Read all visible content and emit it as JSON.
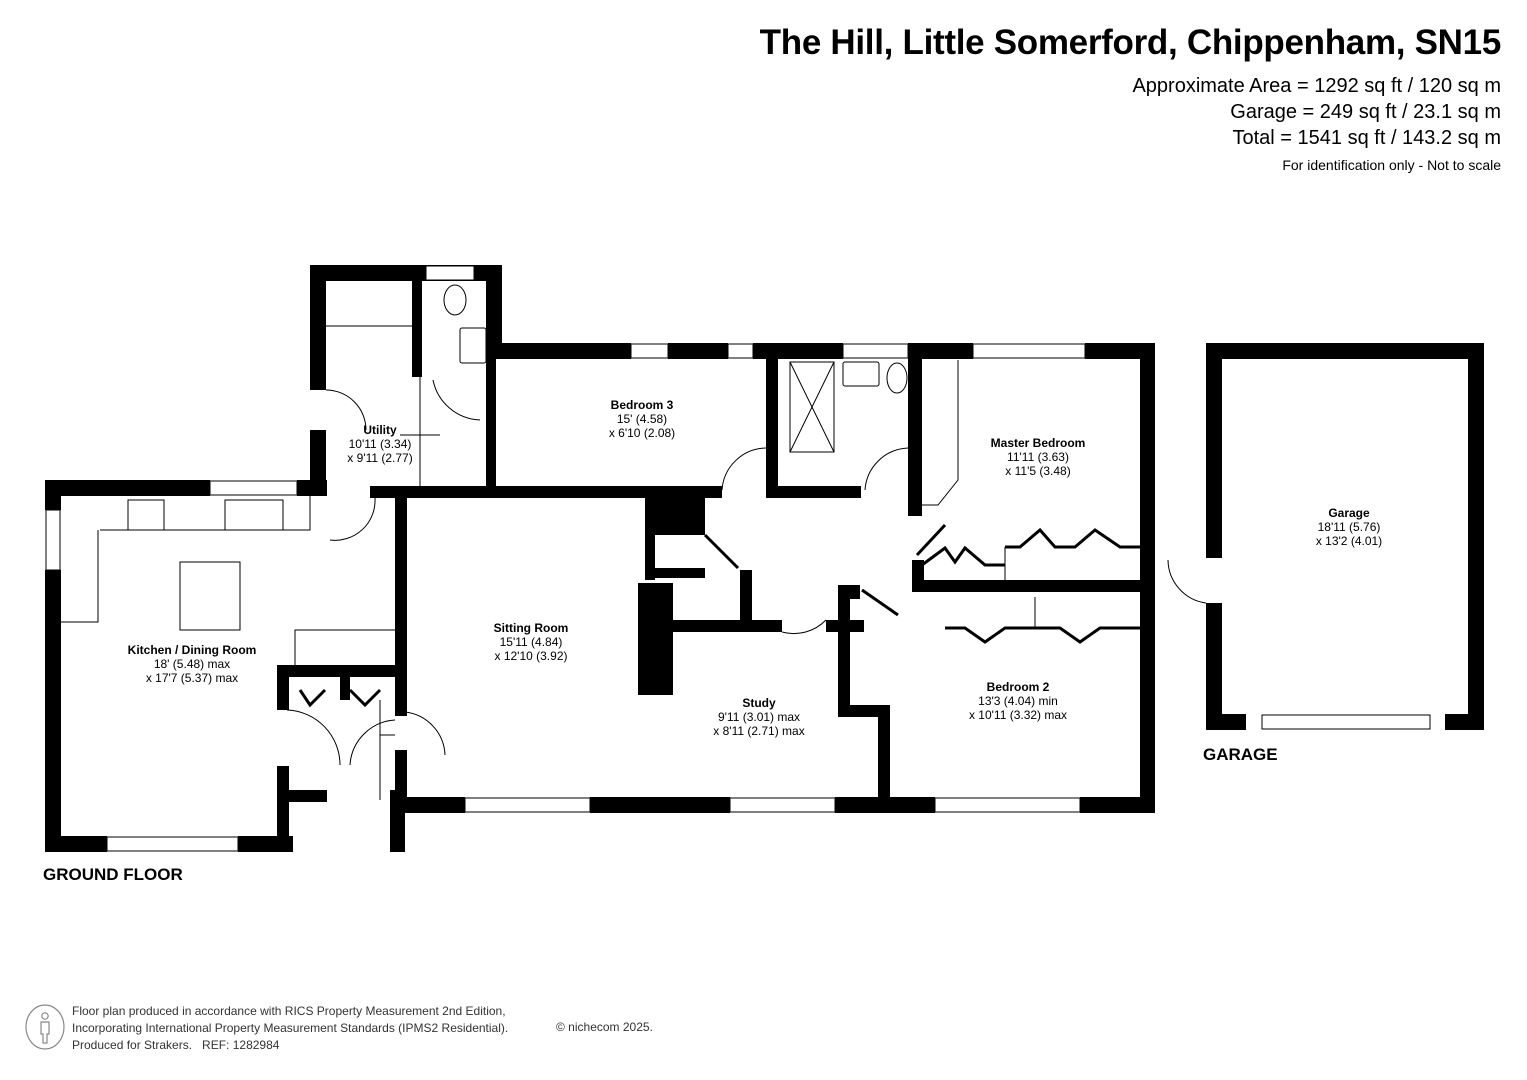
{
  "header": {
    "title": "The Hill, Little Somerford, Chippenham, SN15",
    "areas": [
      "Approximate Area = 1292 sq ft / 120 sq m",
      "Garage = 249 sq ft / 23.1 sq m",
      "Total = 1541 sq ft / 143.2 sq m"
    ],
    "disclaimer": "For identification only - Not to scale"
  },
  "floors": {
    "ground": {
      "label": "GROUND FLOOR",
      "rooms": [
        {
          "name": "Utility",
          "dim1": "10'11 (3.34)",
          "dim2": "x 9'11 (2.77)"
        },
        {
          "name": "Bedroom 3",
          "dim1": "15' (4.58)",
          "dim2": "x 6'10 (2.08)"
        },
        {
          "name": "Master Bedroom",
          "dim1": "11'11 (3.63)",
          "dim2": "x 11'5 (3.48)"
        },
        {
          "name": "Kitchen / Dining Room",
          "dim1": "18' (5.48) max",
          "dim2": "x 17'7 (5.37) max"
        },
        {
          "name": "Sitting Room",
          "dim1": "15'11 (4.84)",
          "dim2": "x 12'10 (3.92)"
        },
        {
          "name": "Study",
          "dim1": "9'11 (3.01) max",
          "dim2": "x 8'11 (2.71) max"
        },
        {
          "name": "Bedroom 2",
          "dim1": "13'3 (4.04) min",
          "dim2": "x 10'11 (3.32) max"
        }
      ]
    },
    "garage": {
      "label": "GARAGE",
      "rooms": [
        {
          "name": "Garage",
          "dim1": "18'11 (5.76)",
          "dim2": "x 13'2 (4.01)"
        }
      ]
    }
  },
  "footer": {
    "lines": [
      "Floor plan produced in accordance with RICS Property Measurement 2nd Edition,",
      "Incorporating International Property Measurement Standards (IPMS2 Residential).",
      "Produced for Strakers.   REF: 1282984"
    ],
    "copyright": "© nichecom 2025."
  },
  "colors": {
    "wall": "#000000",
    "background": "#ffffff",
    "footer_text": "#333333"
  }
}
